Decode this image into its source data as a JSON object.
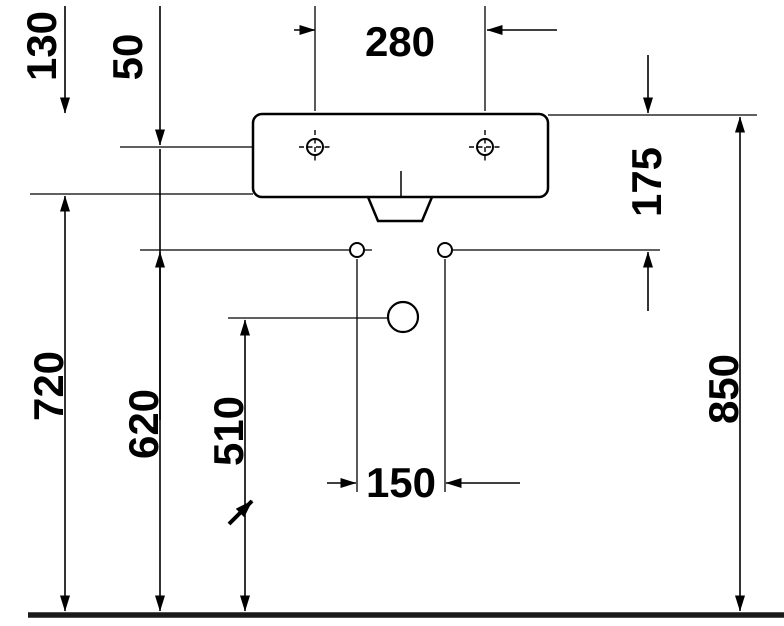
{
  "drawing": {
    "type": "technical-dimension-drawing",
    "subject": "wall-mounted washbasin, front view with installation dimensions",
    "unit": "mm",
    "colors": {
      "line": "#000000",
      "background": "#ffffff"
    },
    "dimensions": {
      "tap_hole_spacing": "280",
      "basin_height": "130",
      "rim_to_tap_line": "50",
      "rim_to_mounting_holes": "175",
      "floor_to_rim": "850",
      "floor_to_basin_bottom": "720",
      "floor_to_mounting_holes": "620",
      "floor_to_drain_connection": "510",
      "mounting_hole_spacing": "150"
    }
  }
}
